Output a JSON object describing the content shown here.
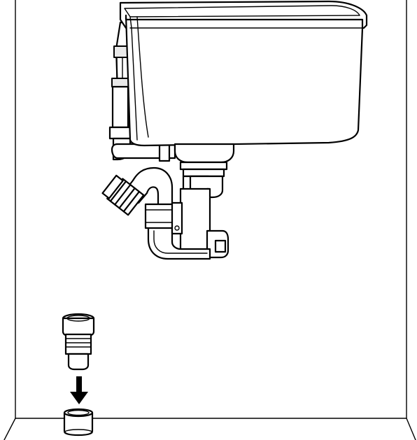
{
  "illustration": {
    "colors": {
      "line": "#000000",
      "background": "#ffffff",
      "shade": "#e9e9e9"
    },
    "parts": [
      "sink-basin",
      "drain-trap",
      "drain-hose",
      "adapter-sleeve",
      "floor-drain-outlet",
      "insert-arrow"
    ]
  }
}
